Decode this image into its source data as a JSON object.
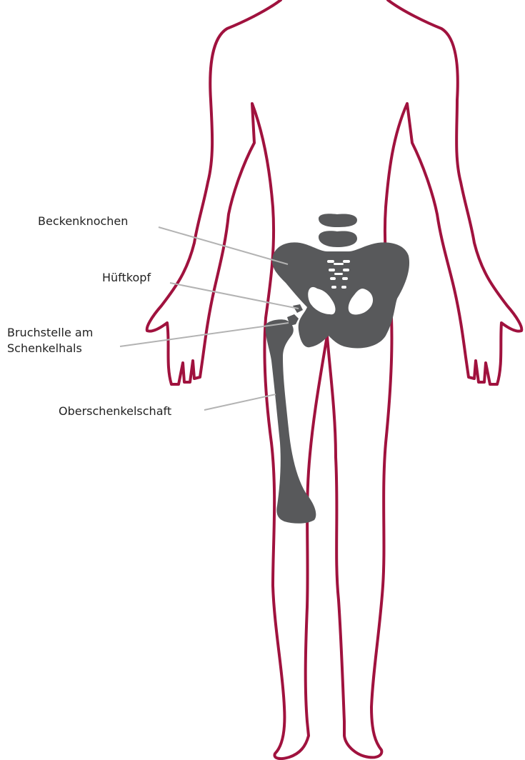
{
  "labels": {
    "beckenknochen": "Beckenknochen",
    "hueftkopf": "Hüftkopf",
    "bruchstelle_line1": "Bruchstelle am",
    "bruchstelle_line2": "Schenkelhals",
    "oberschenkelschaft": "Oberschenkelschaft"
  },
  "colors": {
    "body_outline": "#a0123e",
    "bone": "#58595b",
    "leader_line": "#b3b3b3",
    "text": "#222222"
  }
}
